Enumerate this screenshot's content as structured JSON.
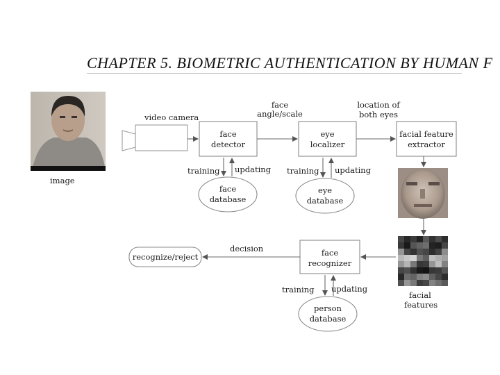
{
  "header": {
    "title": "CHAPTER 5.  BIOMETRIC AUTHENTICATION BY HUMAN F"
  },
  "diagram": {
    "image_caption": "image",
    "camera_label": "video camera",
    "nodes": {
      "face_detector": [
        "face",
        "detector"
      ],
      "eye_localizer": [
        "eye",
        "localizer"
      ],
      "facial_feature_extractor": [
        "facial feature",
        "extractor"
      ],
      "face_database": [
        "face",
        "database"
      ],
      "eye_database": [
        "eye",
        "database"
      ],
      "face_recognizer": [
        "face",
        "recognizer"
      ],
      "person_database": [
        "person",
        "database"
      ],
      "recognize_reject": [
        "recognize/reject"
      ]
    },
    "edge_labels": {
      "face_angle_scale": [
        "face",
        "angle/scale"
      ],
      "location_of_both_eyes": [
        "location of",
        "both eyes"
      ],
      "decision": "decision",
      "training": "training",
      "updating": "updating",
      "facial_features": [
        "facial",
        "features"
      ]
    },
    "colors": {
      "line": "#6a6a6a",
      "box_border": "#8a8a8a",
      "text": "#1a1a1a"
    }
  }
}
